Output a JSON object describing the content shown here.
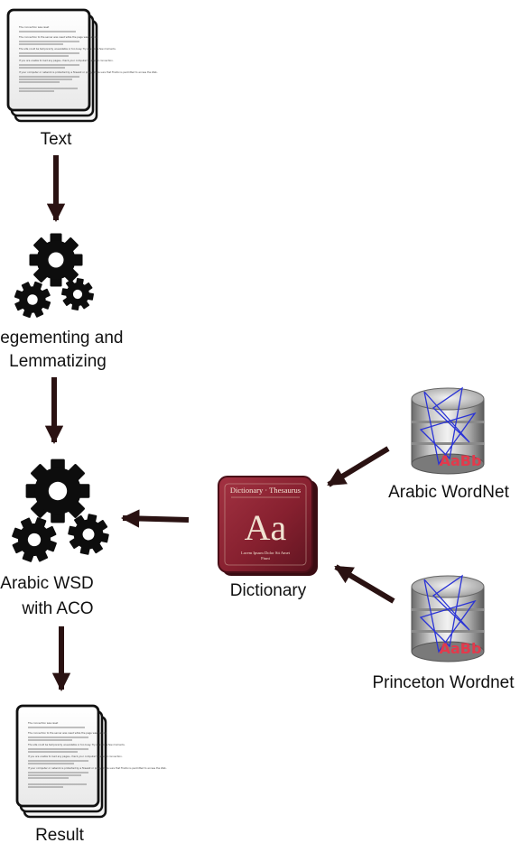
{
  "diagram": {
    "nodes": {
      "text": {
        "label": "Text"
      },
      "segmenting": {
        "label_line1": "Segementing and",
        "label_line2": "Lemmatizing"
      },
      "wsd": {
        "label_line1": "Arabic WSD",
        "label_line2": "with ACO"
      },
      "result": {
        "label": "Result"
      },
      "dictionary": {
        "label": "Dictionary",
        "book_header": "Dictionary · Thesaurus",
        "book_glyph": "Aa",
        "book_footer_line1": "Lorem Ipsum Dolor Sit Amet",
        "book_footer_line2": "Fiunt"
      },
      "arabic_wordnet": {
        "label": "Arabic WordNet",
        "db_tag": "AaBb"
      },
      "princeton_wordnet": {
        "label": "Princeton Wordnet",
        "db_tag": "AaBb"
      }
    },
    "document_lines": [
      "The connection was reset",
      "The connection to the server was reset while the page was loading.",
      "The site could be temporarily unavailable or too busy. Try again in a few moments.",
      "If you are unable to load any pages, check your computer's network connection.",
      "If your computer or network is protected by a firewall or proxy, make sure that Firefox is permitted to access the Web."
    ],
    "edges": [
      {
        "from": "Text",
        "to": "Segmenting and Lemmatizing"
      },
      {
        "from": "Segmenting and Lemmatizing",
        "to": "Arabic WSD with ACO"
      },
      {
        "from": "Arabic WSD with ACO",
        "to": "Result"
      },
      {
        "from": "Dictionary",
        "to": "Arabic WSD with ACO"
      },
      {
        "from": "Arabic WordNet",
        "to": "Dictionary"
      },
      {
        "from": "Princeton Wordnet",
        "to": "Dictionary"
      }
    ],
    "colors": {
      "arrow": "#2a1212",
      "gear": "#0d0d0d",
      "book_cover": "#8a2230",
      "book_text": "#f1e3d2",
      "db_link": "#2a33d6",
      "db_tag": "#e23a4c"
    }
  }
}
